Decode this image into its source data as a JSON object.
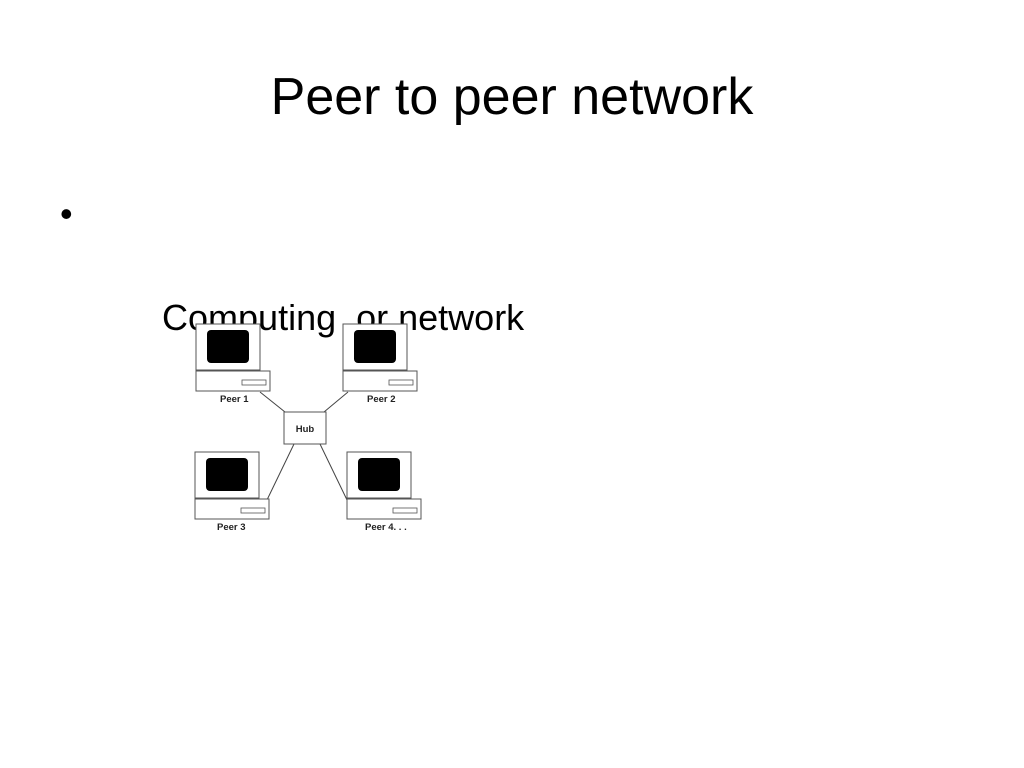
{
  "slide": {
    "title": "Peer to peer network",
    "bullets": [
      {
        "marker": "•",
        "text": "Computing  or network"
      }
    ]
  },
  "diagram": {
    "hub_label": "Hub",
    "peers": [
      {
        "label": "Peer 1"
      },
      {
        "label": "Peer 2"
      },
      {
        "label": "Peer 3"
      },
      {
        "label": "Peer 4. . ."
      }
    ]
  }
}
